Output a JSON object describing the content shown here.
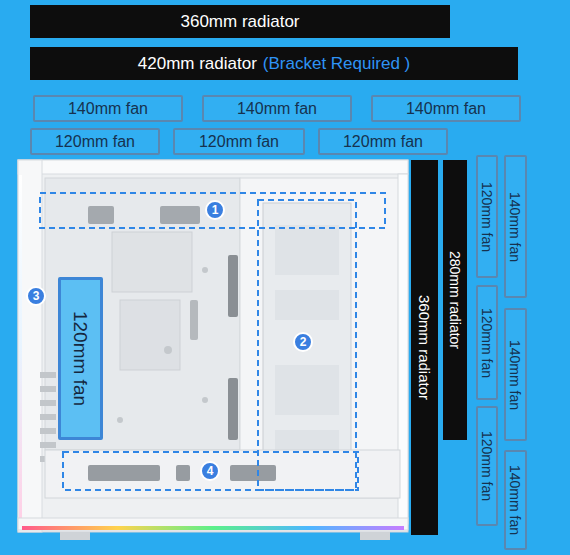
{
  "diagram": {
    "nodes": [
      {
        "text": [
          "360mm radiator"
        ]
      },
      {
        "text": [
          "420mm radiator",
          "(Bracket Required )"
        ]
      },
      {
        "text": [
          "140mm fan"
        ]
      },
      {
        "text": [
          "140mm fan"
        ]
      },
      {
        "text": [
          "140mm fan"
        ]
      },
      {
        "text": [
          "120mm fan"
        ]
      },
      {
        "text": [
          "120mm fan"
        ]
      },
      {
        "text": [
          "120mm fan"
        ]
      },
      {
        "text": [
          "1"
        ]
      },
      {
        "text": [
          "3"
        ]
      },
      {
        "text": [
          "120mm fan"
        ]
      },
      {
        "text": [
          "2"
        ]
      },
      {
        "text": [
          "4"
        ]
      },
      {
        "text": [
          "360mm radiator"
        ]
      },
      {
        "text": [
          "280mm radiator"
        ]
      },
      {
        "text": [
          "120mm fan"
        ]
      },
      {
        "text": [
          "120mm fan"
        ]
      },
      {
        "text": [
          "120mm fan"
        ]
      },
      {
        "text": [
          "140mm fan"
        ]
      },
      {
        "text": [
          "140mm fan"
        ]
      },
      {
        "text": [
          "140mm fan"
        ]
      }
    ]
  }
}
